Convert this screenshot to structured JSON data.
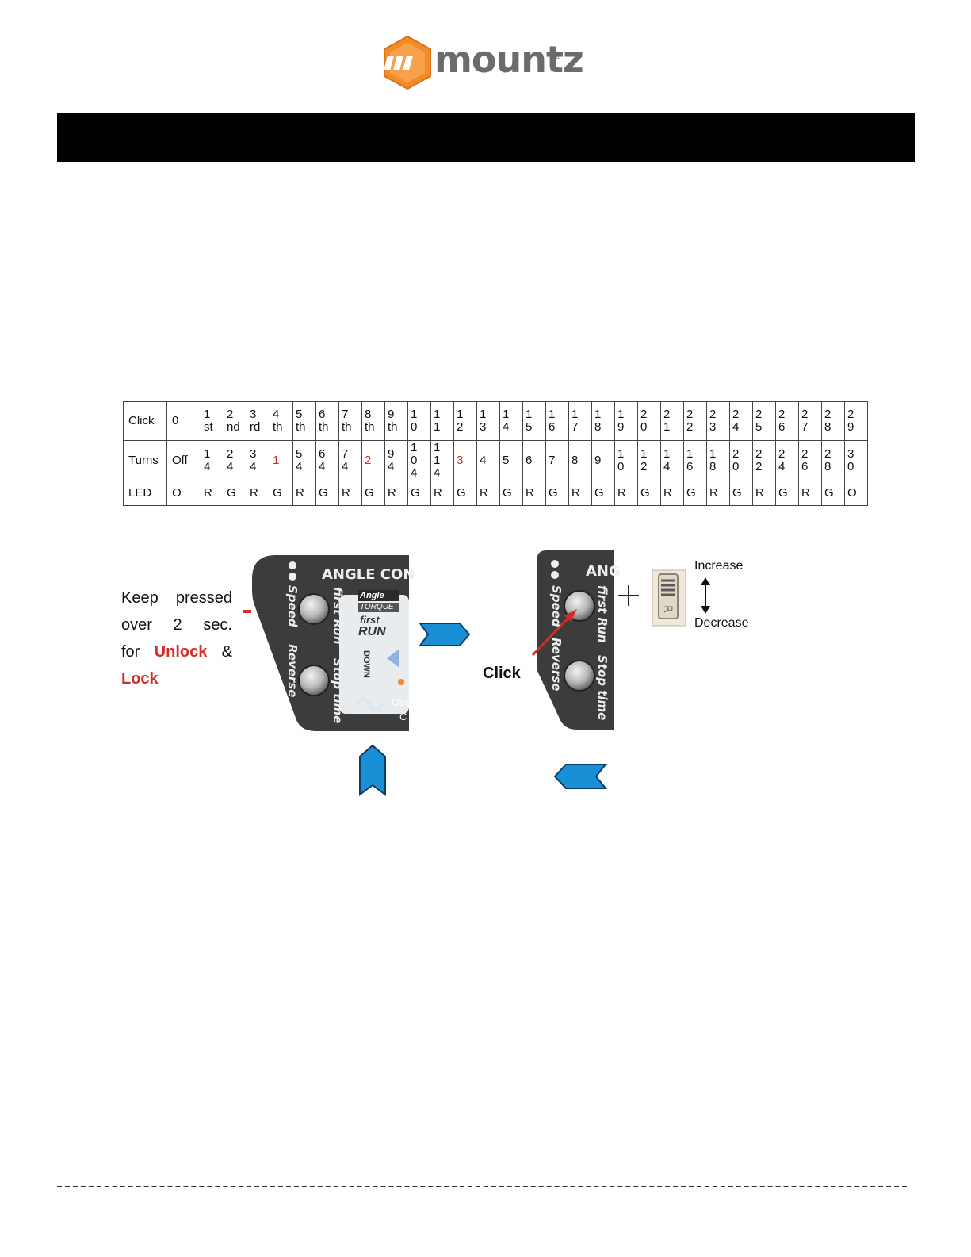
{
  "brand": {
    "name": "mountz",
    "mark": "®",
    "color": "#f28c28"
  },
  "table": {
    "rows": [
      {
        "label": "Click",
        "cells": [
          {
            "t": "0"
          },
          {
            "t": "1\nst"
          },
          {
            "t": "2\nnd"
          },
          {
            "t": "3\nrd"
          },
          {
            "t": "4\nth"
          },
          {
            "t": "5\nth"
          },
          {
            "t": "6\nth"
          },
          {
            "t": "7\nth"
          },
          {
            "t": "8\nth"
          },
          {
            "t": "9\nth"
          },
          {
            "t": "1\n0"
          },
          {
            "t": "1\n1"
          },
          {
            "t": "1\n2"
          },
          {
            "t": "1\n3"
          },
          {
            "t": "1\n4"
          },
          {
            "t": "1\n5"
          },
          {
            "t": "1\n6"
          },
          {
            "t": "1\n7"
          },
          {
            "t": "1\n8"
          },
          {
            "t": "1\n9"
          },
          {
            "t": "2\n0"
          },
          {
            "t": "2\n1"
          },
          {
            "t": "2\n2"
          },
          {
            "t": "2\n3"
          },
          {
            "t": "2\n4"
          },
          {
            "t": "2\n5"
          },
          {
            "t": "2\n6"
          },
          {
            "t": "2\n7"
          },
          {
            "t": "2\n8"
          },
          {
            "t": "2\n9"
          }
        ]
      },
      {
        "label": "Turns",
        "cells": [
          {
            "t": "Off"
          },
          {
            "t": "1\n4"
          },
          {
            "t": "2\n4"
          },
          {
            "t": "3\n4"
          },
          {
            "t": "1",
            "red": true
          },
          {
            "t": "5\n4"
          },
          {
            "t": "6\n4"
          },
          {
            "t": "7\n4"
          },
          {
            "t": "2",
            "red": true
          },
          {
            "t": "9\n4"
          },
          {
            "t": "1\n0\n4"
          },
          {
            "t": "1\n1\n4"
          },
          {
            "t": "3",
            "red": true
          },
          {
            "t": "4"
          },
          {
            "t": "5"
          },
          {
            "t": "6"
          },
          {
            "t": "7"
          },
          {
            "t": "8"
          },
          {
            "t": "9"
          },
          {
            "t": "1\n0"
          },
          {
            "t": "1\n2"
          },
          {
            "t": "1\n4"
          },
          {
            "t": "1\n6"
          },
          {
            "t": "1\n8"
          },
          {
            "t": "2\n0"
          },
          {
            "t": "2\n2"
          },
          {
            "t": "2\n4"
          },
          {
            "t": "2\n6"
          },
          {
            "t": "2\n8"
          },
          {
            "t": "3\n0"
          }
        ]
      },
      {
        "label": "LED",
        "cells": [
          {
            "t": "O"
          },
          {
            "t": "R"
          },
          {
            "t": "G"
          },
          {
            "t": "R"
          },
          {
            "t": "G"
          },
          {
            "t": "R"
          },
          {
            "t": "G"
          },
          {
            "t": "R"
          },
          {
            "t": "G"
          },
          {
            "t": "R"
          },
          {
            "t": "G"
          },
          {
            "t": "R"
          },
          {
            "t": "G"
          },
          {
            "t": "R"
          },
          {
            "t": "G"
          },
          {
            "t": "R"
          },
          {
            "t": "G"
          },
          {
            "t": "R"
          },
          {
            "t": "G"
          },
          {
            "t": "R"
          },
          {
            "t": "G"
          },
          {
            "t": "R"
          },
          {
            "t": "G"
          },
          {
            "t": "R"
          },
          {
            "t": "G"
          },
          {
            "t": "R"
          },
          {
            "t": "G"
          },
          {
            "t": "R"
          },
          {
            "t": "G"
          },
          {
            "t": "O"
          }
        ]
      }
    ]
  },
  "instructions": {
    "w1": "Keep",
    "w2": "pressed",
    "w3": "over",
    "w4": "2",
    "w5": "sec.",
    "w6": "for",
    "unlock": "Unlock",
    "amp": "&",
    "lock": "Lock"
  },
  "panel_left": {
    "heading": "ANGLE CON",
    "speed": "Speed",
    "reverse": "Reverse",
    "first_run": "first Run",
    "stop_time": "Stop time",
    "badge_angle": "Angle",
    "badge_torque": "TORQUE",
    "first": "first",
    "run": "RUN",
    "down": "DOWN",
    "ove": "Ove",
    "c": "C"
  },
  "panel_right": {
    "heading": "ANG",
    "speed": "Speed",
    "reverse": "Reverse",
    "first_run": "first Run",
    "stop_time": "Stop time"
  },
  "click_label": "Click",
  "increase_label": "Increase",
  "decrease_label": "Decrease",
  "colors": {
    "arrow": "#1b8fd6",
    "red": "#d42b2b",
    "panel": "#3c3c3c"
  }
}
